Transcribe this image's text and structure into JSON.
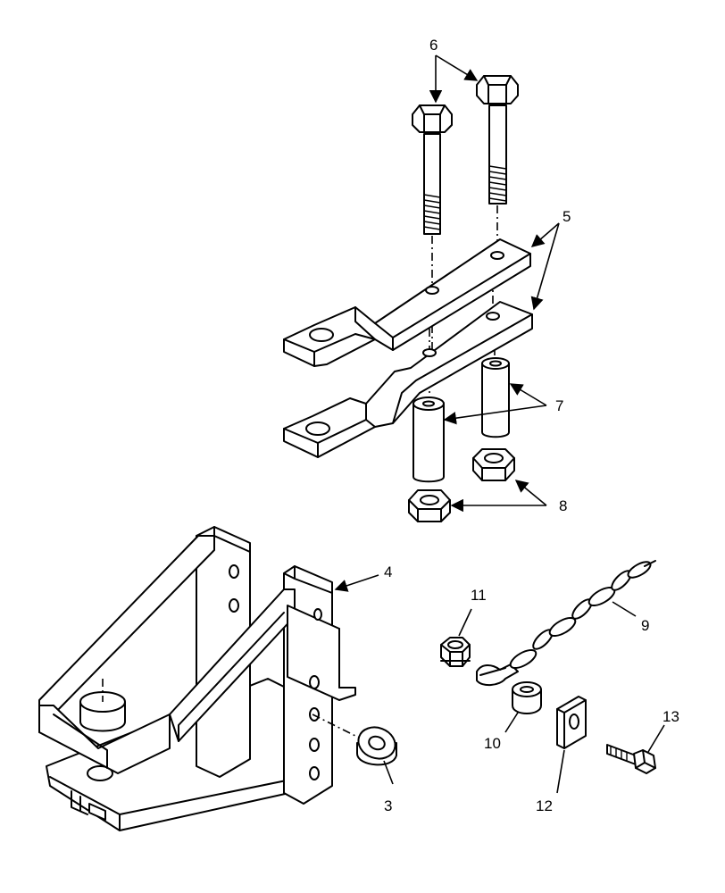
{
  "callouts": {
    "c3": "3",
    "c4": "4",
    "c5": "5",
    "c6": "6",
    "c7": "7",
    "c8": "8",
    "c9": "9",
    "c10": "10",
    "c11": "11",
    "c12": "12",
    "c13": "13"
  }
}
